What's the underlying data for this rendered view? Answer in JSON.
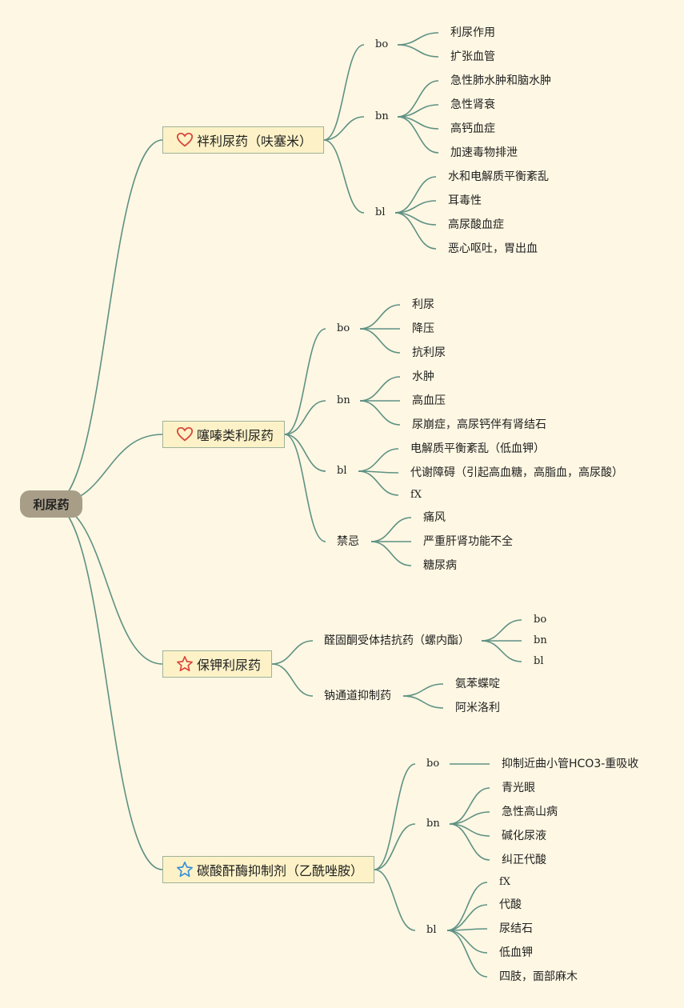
{
  "root": {
    "label": "利尿药"
  },
  "branches": [
    {
      "label": "袢利尿药（呋塞米）",
      "icon": "heart-icon",
      "children": [
        {
          "label": "bo",
          "items": [
            "利尿作用",
            "扩张血管"
          ]
        },
        {
          "label": "bn",
          "items": [
            "急性肺水肿和脑水肿",
            "急性肾衰",
            "高钙血症",
            "加速毒物排泄"
          ]
        },
        {
          "label": "bl",
          "items": [
            "水和电解质平衡紊乱",
            "耳毒性",
            "高尿酸血症",
            "恶心呕吐，胃出血"
          ]
        }
      ]
    },
    {
      "label": "噻嗪类利尿药",
      "icon": "heart-icon",
      "children": [
        {
          "label": "bo",
          "items": [
            "利尿",
            "降压",
            "抗利尿"
          ]
        },
        {
          "label": "bn",
          "items": [
            "水肿",
            "高血压",
            "尿崩症，高尿钙伴有肾结石"
          ]
        },
        {
          "label": "bl",
          "items": [
            "电解质平衡紊乱（低血钾）",
            "代谢障碍（引起高血糖，高脂血，高尿酸）",
            "fX"
          ]
        },
        {
          "label": "禁忌",
          "items": [
            "痛风",
            "严重肝肾功能不全",
            "糖尿病"
          ]
        }
      ]
    },
    {
      "label": "保钾利尿药",
      "icon": "star-icon-red",
      "children": [
        {
          "label": "醛固酮受体拮抗药（螺内酯）",
          "items": [
            "bo",
            "bn",
            "bl"
          ]
        },
        {
          "label": "钠通道抑制药",
          "items": [
            "氨苯蝶啶",
            "阿米洛利"
          ]
        }
      ]
    },
    {
      "label": "碳酸酐酶抑制剂（乙酰唑胺）",
      "icon": "star-icon-blue",
      "children": [
        {
          "label": "bo",
          "items": [
            "抑制近曲小管HCO3-重吸收"
          ]
        },
        {
          "label": "bn",
          "items": [
            "青光眼",
            "急性高山病",
            "碱化尿液",
            "纠正代酸"
          ]
        },
        {
          "label": "bl",
          "items": [
            "fX",
            "代酸",
            "尿结石",
            "低血钾",
            "四肢，面部麻木"
          ]
        }
      ]
    }
  ],
  "colors": {
    "line": "#5e9184",
    "background": "#fdf7e3",
    "root": "#a89e88",
    "node": "#fdf2c7"
  }
}
